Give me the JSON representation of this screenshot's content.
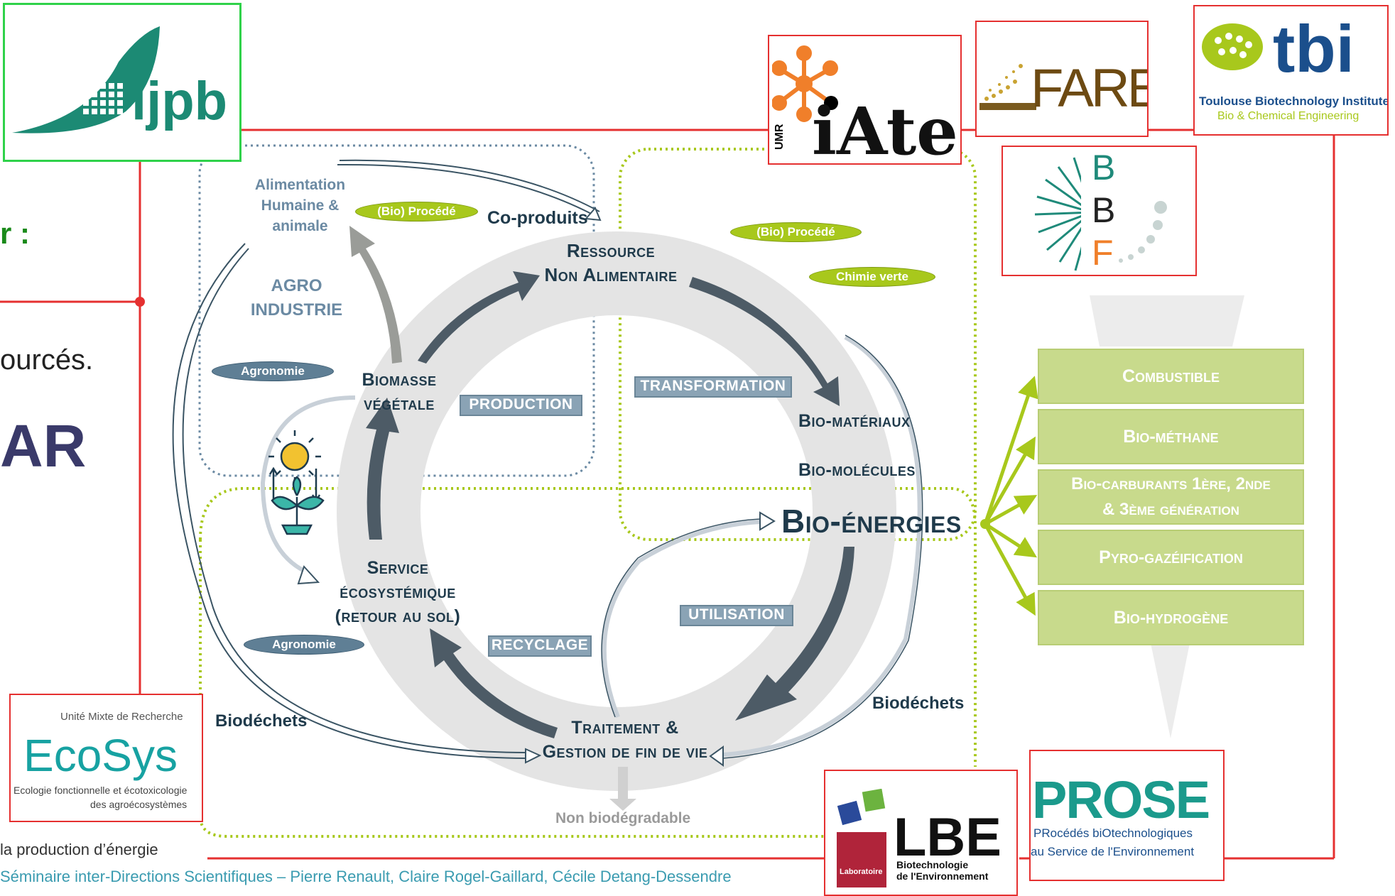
{
  "slide": {
    "left_partial": {
      "line1": "r :",
      "line2": "ourcés.",
      "line3": "AR",
      "bottom_note": "la production d’énergie",
      "footer": "Séminaire inter-Directions Scientifiques – Pierre Renault, Claire Rogel-Gaillard, Cécile Detang-Dessendre"
    }
  },
  "diagram": {
    "center_nodes": {
      "ressource": [
        "Ressource",
        "Non Alimentaire"
      ],
      "biomasse": [
        "Biomasse",
        "végétale"
      ],
      "service": [
        "Service",
        "écosystémique",
        "(retour au sol)"
      ],
      "traitement": [
        "Traitement &",
        "Gestion de fin de vie"
      ],
      "bio_materiaux": "Bio-matériaux",
      "bio_molecules": "Bio-molécules",
      "bio_energies": "Bio-énergies"
    },
    "phase_tags": {
      "production": "PRODUCTION",
      "transformation": "TRANSFORMATION",
      "utilisation": "UTILISATION",
      "recyclage": "RECYCLAGE"
    },
    "pills": {
      "bioprocede_1": "(Bio) Procédé",
      "bioprocede_2": "(Bio) Procédé",
      "chimie_verte": "Chimie verte",
      "agronomie_1": "Agronomie",
      "agronomie_2": "Agronomie"
    },
    "labels": {
      "alimentation": [
        "Alimentation",
        "Humaine &",
        "animale"
      ],
      "coproduits": "Co-produits",
      "agro_industrie": [
        "AGRO",
        "INDUSTRIE"
      ],
      "biodechets_left": "Biodéchets",
      "biodechets_right": "Biodéchets",
      "non_biodegradable": "Non biodégradable"
    },
    "energy_categories": [
      {
        "line1": "Combustible",
        "line2": ""
      },
      {
        "line1": "Bio-méthane",
        "line2": ""
      },
      {
        "line1": "Bio-carburants 1ère, 2nde",
        "line2": "& 3ème génération"
      },
      {
        "line1": "Pyro-gazéification",
        "line2": ""
      },
      {
        "line1": "Bio-hydrogène",
        "line2": ""
      }
    ]
  },
  "logos": {
    "ijpb": "ijpb",
    "iate_umr": "UMR",
    "iate": "iAte",
    "fare": "FARE",
    "tbi": "tbi",
    "tbi_sub1": "Toulouse Biotechnology Institute",
    "tbi_sub2": "Bio & Chemical Engineering",
    "bbf": [
      "B",
      "B",
      "F"
    ],
    "ecosys_top": "Unité Mixte de Recherche",
    "ecosys": "EcoSys",
    "ecosys_sub1": "Ecologie fonctionnelle et écotoxicologie",
    "ecosys_sub2": "des agroécosystèmes",
    "lbe": "LBE",
    "lbe_lab": "Laboratoire",
    "lbe_sub1": "Biotechnologie",
    "lbe_sub2": "de l'Environnement",
    "prose": "PROSE",
    "prose_sub1": "PRocédés biOtechnologiques",
    "prose_sub2": "au Service de l'Environnement"
  },
  "colors": {
    "red_frame": "#e53030",
    "dark_slate": "#4a5a66",
    "green": "#a8c81c",
    "light_green": "#c8da8c",
    "teal": "#1f8a7a"
  }
}
